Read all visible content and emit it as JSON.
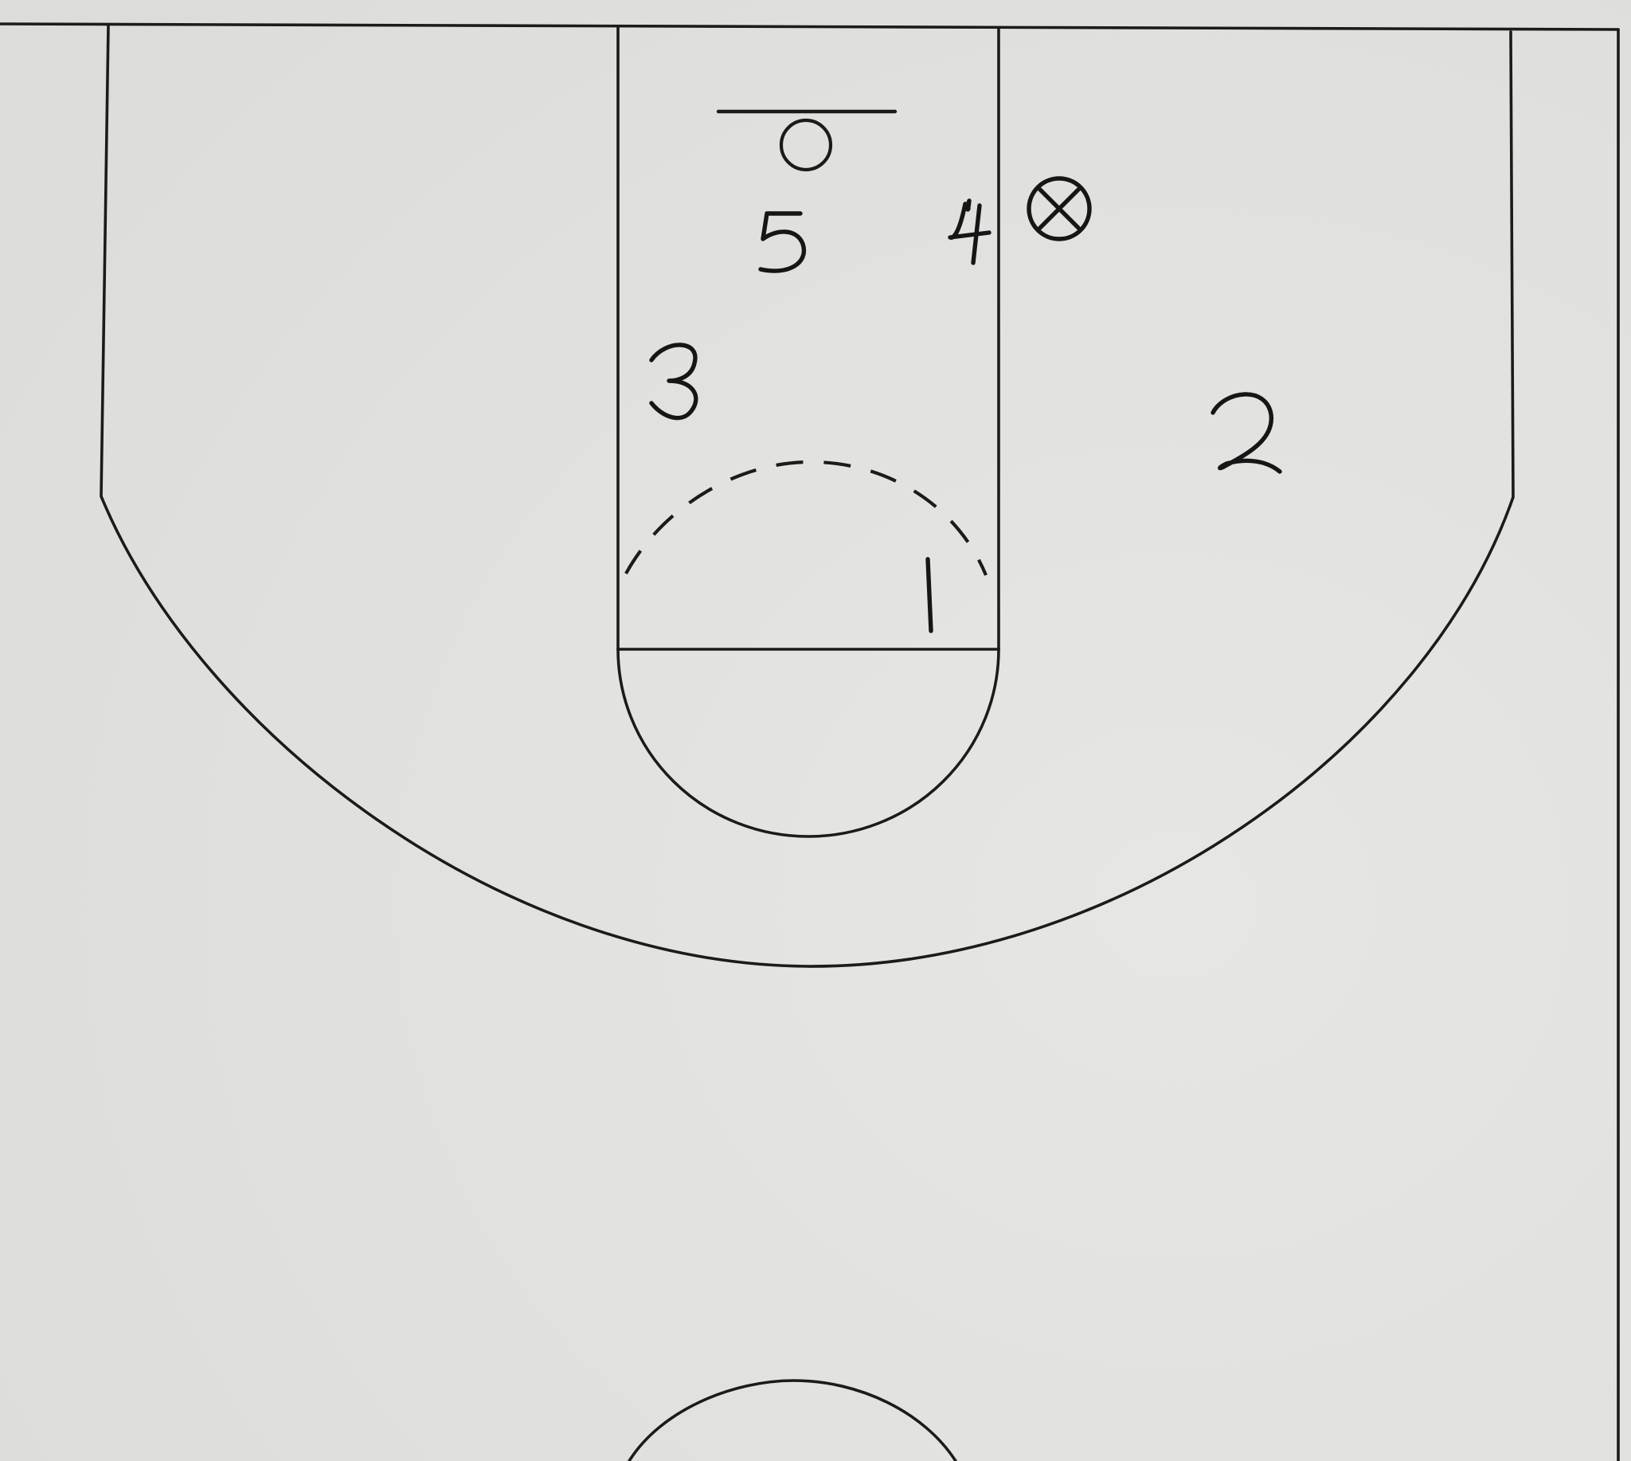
{
  "diagram": {
    "type": "half-court basketball play diagram",
    "background_color": "#e3e3e1",
    "line_color": "#1b1b1b",
    "ball_symbol": "circle-x-icon",
    "player_numbers": [
      {
        "label": "1"
      },
      {
        "label": "2"
      },
      {
        "label": "3"
      },
      {
        "label": "4"
      },
      {
        "label": "5"
      }
    ]
  }
}
